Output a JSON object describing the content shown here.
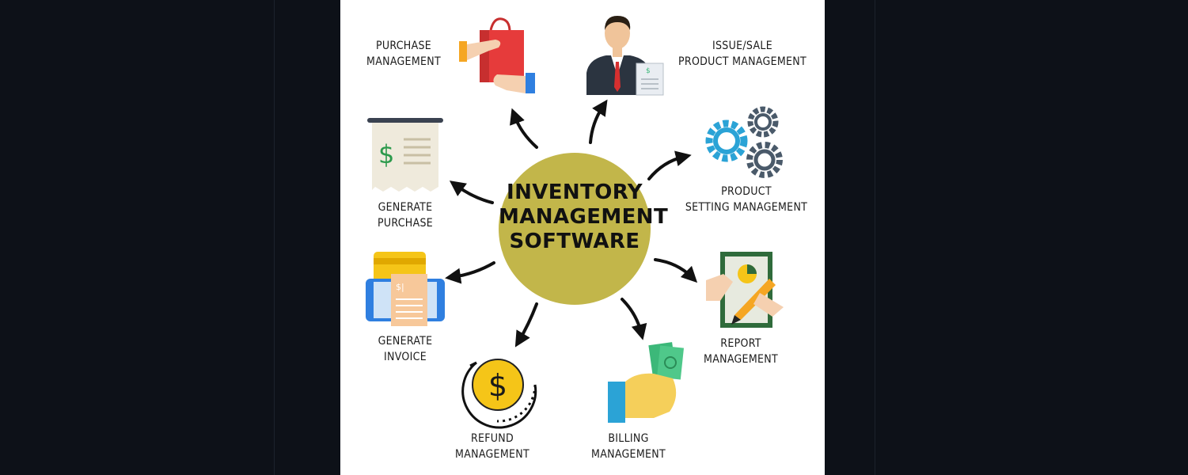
{
  "diagram": {
    "center": {
      "lines": [
        "INVENTORY",
        "MANAGEMENT",
        "SOFTWARE"
      ],
      "color": "#c2b64a"
    },
    "nodes": [
      {
        "id": "purchase",
        "lines": [
          "PURCHASE",
          "MANAGEMENT"
        ],
        "icon": "shopping-bag-handshake-icon"
      },
      {
        "id": "issue-sale",
        "lines": [
          "ISSUE/SALE",
          "PRODUCT MANAGEMENT"
        ],
        "icon": "businessman-invoice-icon"
      },
      {
        "id": "product-setting",
        "lines": [
          "PRODUCT",
          "SETTING MANAGEMENT"
        ],
        "icon": "gears-icon"
      },
      {
        "id": "report",
        "lines": [
          "REPORT",
          "MANAGEMENT"
        ],
        "icon": "report-pen-chart-icon"
      },
      {
        "id": "billing",
        "lines": [
          "BILLING",
          "MANAGEMENT"
        ],
        "icon": "hand-cash-icon"
      },
      {
        "id": "refund",
        "lines": [
          "REFUND",
          "MANAGEMENT"
        ],
        "icon": "dollar-coin-refund-icon"
      },
      {
        "id": "generate-invoice",
        "lines": [
          "GENERATE",
          "INVOICE"
        ],
        "icon": "tablet-invoice-card-icon"
      },
      {
        "id": "generate-purchase",
        "lines": [
          "GENERATE",
          "PURCHASE"
        ],
        "icon": "receipt-dollar-icon"
      }
    ],
    "colors": {
      "bag_red": "#e63b3b",
      "gear_blue": "#2ba3d6",
      "gear_gray": "#4a5a6a",
      "coin_yellow": "#f5c518",
      "money_green": "#3cb879",
      "report_green": "#2f6b3b",
      "tablet_blue": "#2f7fe0"
    }
  }
}
